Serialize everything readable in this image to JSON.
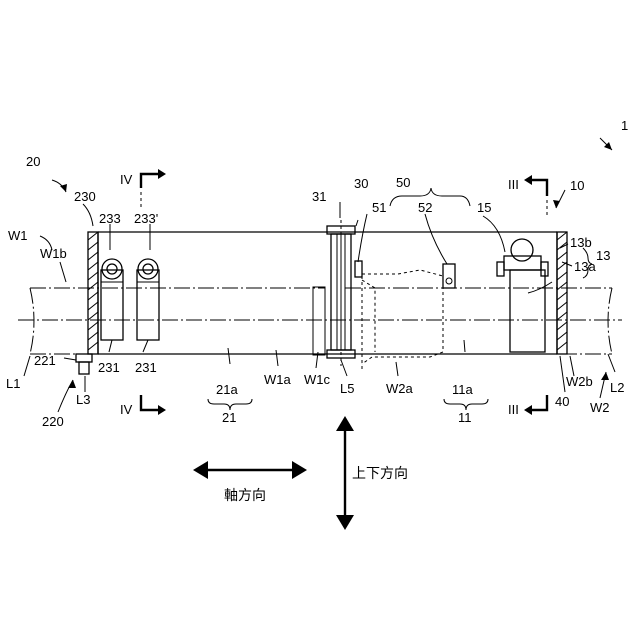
{
  "labels": {
    "n1": "1",
    "n10": "10",
    "n20": "20",
    "n30": "30",
    "n31": "31",
    "n50": "50",
    "n51": "51",
    "n52": "52",
    "n15": "15",
    "n13": "13",
    "n13a": "13a",
    "n13b": "13b",
    "n230": "230",
    "n233": "233",
    "n233p": "233'",
    "n231a": "231",
    "n231b": "231",
    "n221": "221",
    "n220": "220",
    "L1": "L1",
    "L2": "L2",
    "L3": "L3",
    "L5": "L5",
    "W1": "W1",
    "W1b": "W1b",
    "W1a": "W1a",
    "W1c": "W1c",
    "W2": "W2",
    "W2a": "W2a",
    "W2b": "W2b",
    "n21a": "21a",
    "n21": "21",
    "n11a": "11a",
    "n11": "11",
    "n40": "40",
    "IV_top": "IV",
    "IV_bottom": "IV",
    "III_top": "III",
    "III_bottom": "III"
  },
  "annotations": {
    "axial_direction": "軸方向",
    "vertical_direction": "上下方向"
  }
}
